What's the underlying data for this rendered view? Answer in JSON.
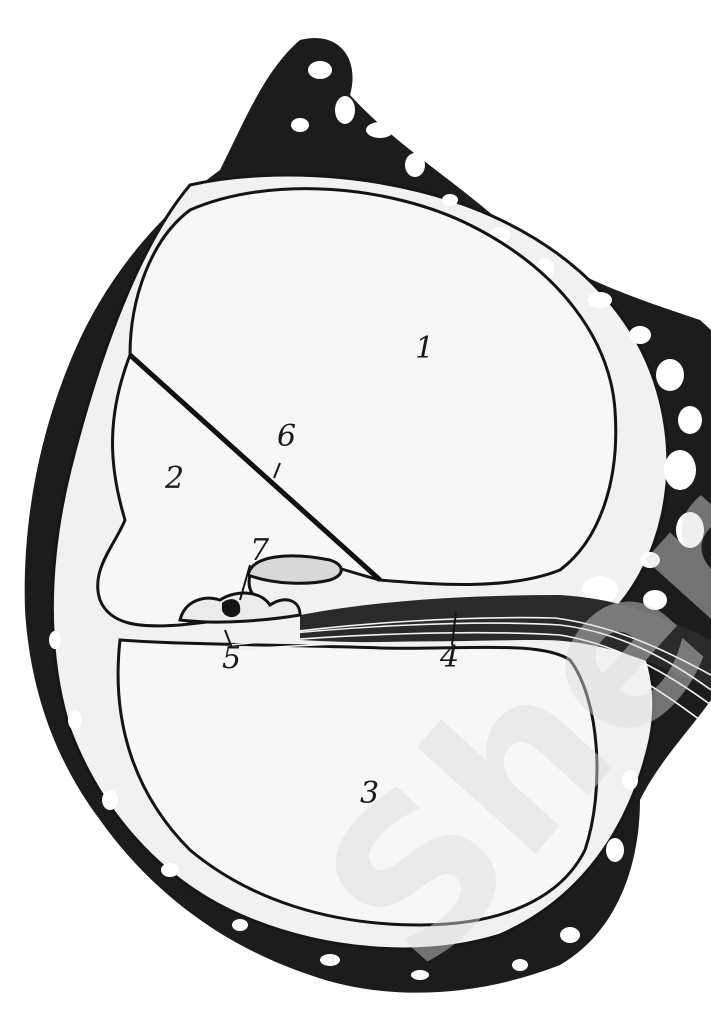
{
  "diagram": {
    "labels": [
      {
        "id": "label-1",
        "text": "1"
      },
      {
        "id": "label-2",
        "text": "2"
      },
      {
        "id": "label-3",
        "text": "3"
      },
      {
        "id": "label-4",
        "text": "4"
      },
      {
        "id": "label-5",
        "text": "5"
      },
      {
        "id": "label-6",
        "text": "6"
      },
      {
        "id": "label-7",
        "text": "7"
      }
    ],
    "watermark": "Sher li"
  },
  "colors": {
    "bone": "#1c1c1c",
    "tissue": "#f1f1f1",
    "cavity": "#f7f7f7",
    "line": "#141414",
    "background": "#ffffff"
  }
}
